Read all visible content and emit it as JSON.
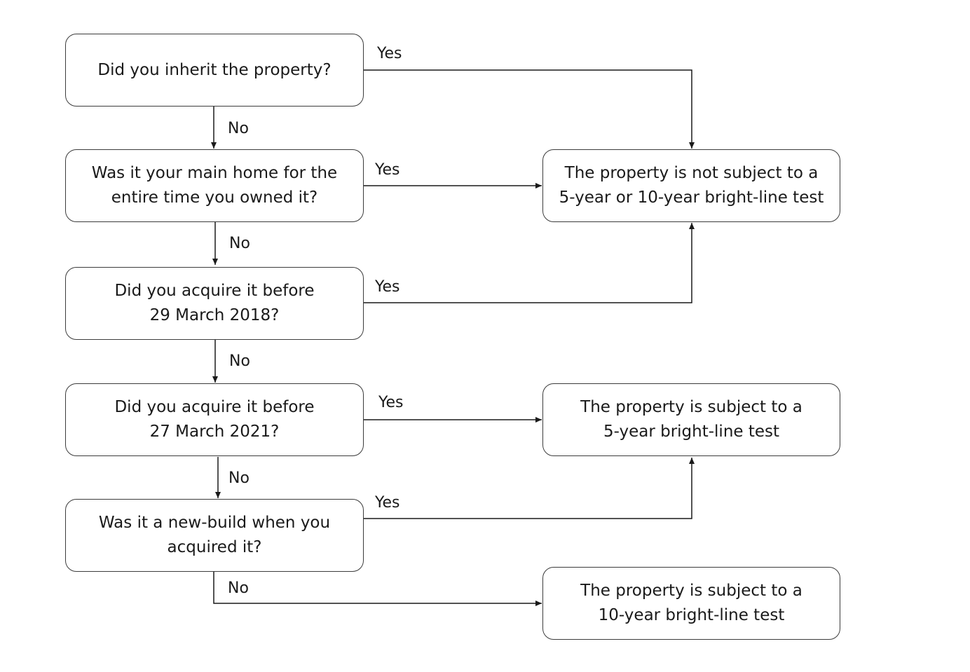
{
  "questions": [
    {
      "lines": [
        "Did you inherit the property?"
      ]
    },
    {
      "lines": [
        "Was it your main home for the",
        "entire time you owned it?"
      ]
    },
    {
      "lines": [
        "Did you acquire it before",
        "29 March 2018?"
      ]
    },
    {
      "lines": [
        "Did you acquire it before",
        "27 March 2021?"
      ]
    },
    {
      "lines": [
        "Was it a new-build when you",
        "acquired it?"
      ]
    }
  ],
  "results": [
    {
      "lines": [
        "The property is not subject to a",
        "5-year or 10-year bright-line test"
      ]
    },
    {
      "lines": [
        "The property is subject to a",
        "5-year bright-line test"
      ]
    },
    {
      "lines": [
        "The property is subject to a",
        "10-year bright-line test"
      ]
    }
  ],
  "edge_labels": {
    "yes": "Yes",
    "no": "No"
  },
  "colors": {
    "stroke": "#3c3c3c",
    "text": "#1a1a1a",
    "background": "#ffffff"
  }
}
